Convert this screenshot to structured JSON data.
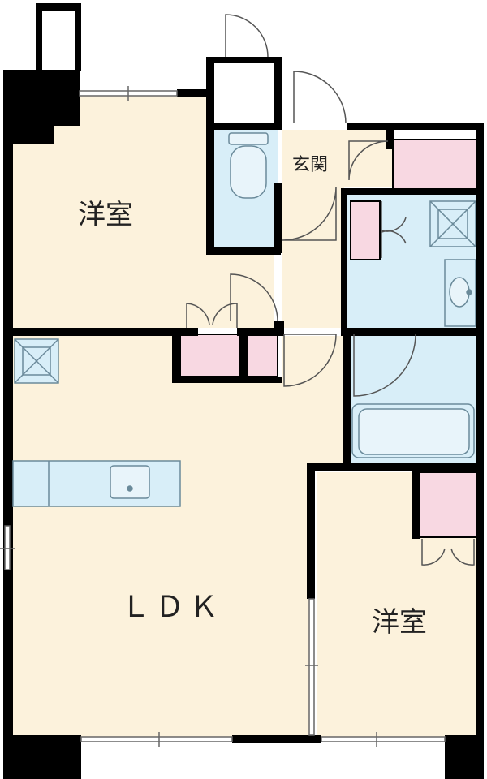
{
  "rooms": {
    "western_room_1": "洋室",
    "entrance": "玄関",
    "ldk": "ＬＤＫ",
    "western_room_2": "洋室"
  },
  "colors": {
    "floor": "#fcf2dc",
    "wet_area": "#d8eef8",
    "storage": "#f8d8e2",
    "wall": "#000000",
    "fixture_line": "#6a8a9a"
  }
}
